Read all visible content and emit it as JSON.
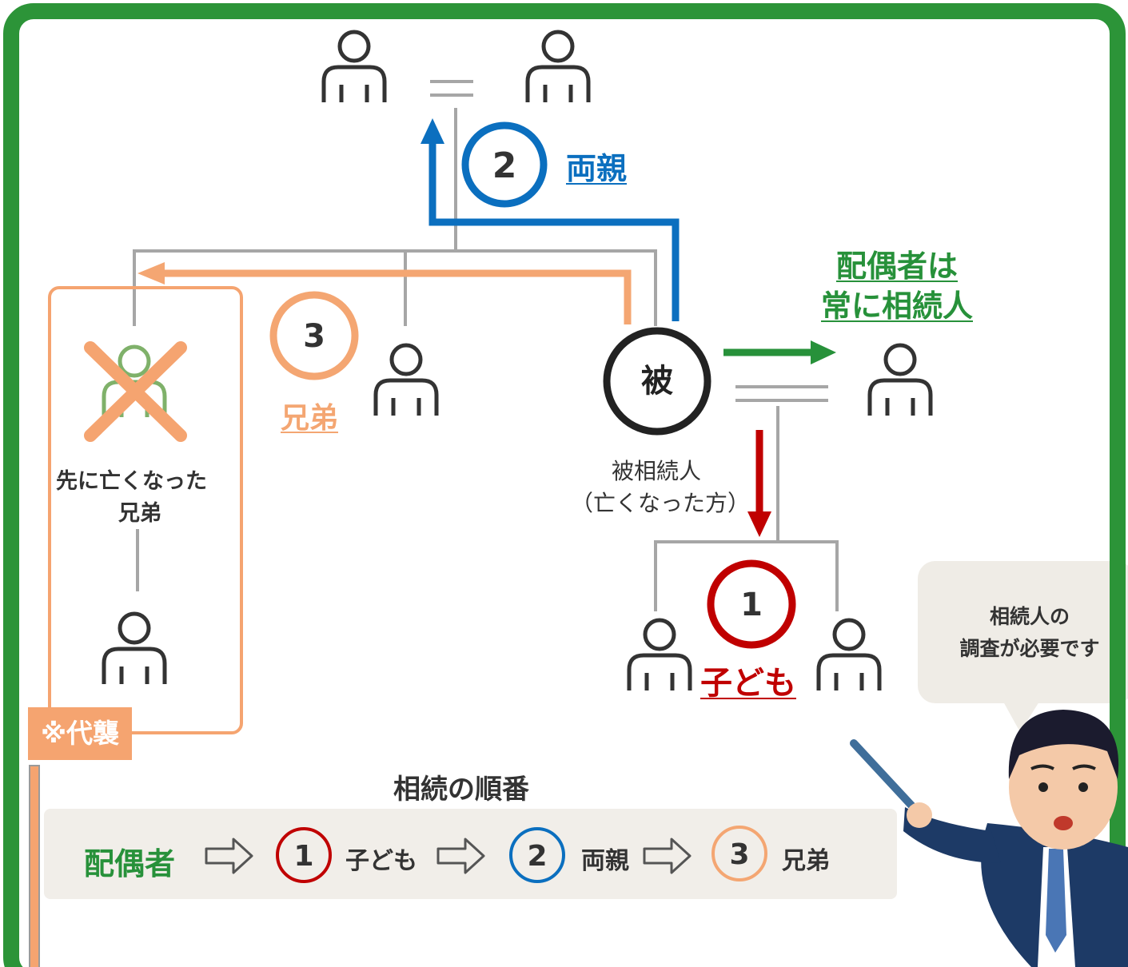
{
  "labels": {
    "parents": "両親",
    "siblings": "兄弟",
    "children": "子ども",
    "spouse_line1": "配偶者は",
    "spouse_line2": "常に相続人",
    "deceased_circle": "被",
    "deceased_label1": "被相続人",
    "deceased_label2": "（亡くなった方）",
    "predeceased_line1": "先に亡くなった",
    "predeceased_line2": "兄弟",
    "daisho": "※代襲",
    "speech": "相続人の\n調査が必要です"
  },
  "badges": {
    "one": "1",
    "two": "2",
    "three": "3"
  },
  "order": {
    "title": "相続の順番",
    "spouse": "配偶者",
    "step1": "子ども",
    "step2": "両親",
    "step3": "兄弟"
  },
  "colors": {
    "frame": "#2c9438",
    "spouse": "#27913a",
    "children": "#c00000",
    "parents": "#0b6fbf",
    "siblings": "#f4a672",
    "line": "#a6a6a6",
    "person": "#333333",
    "deceased_sibling": "#7fb16a"
  },
  "icons": [
    "person-icon",
    "cross-mark-icon",
    "arrow-icon",
    "teacher-illustration"
  ]
}
